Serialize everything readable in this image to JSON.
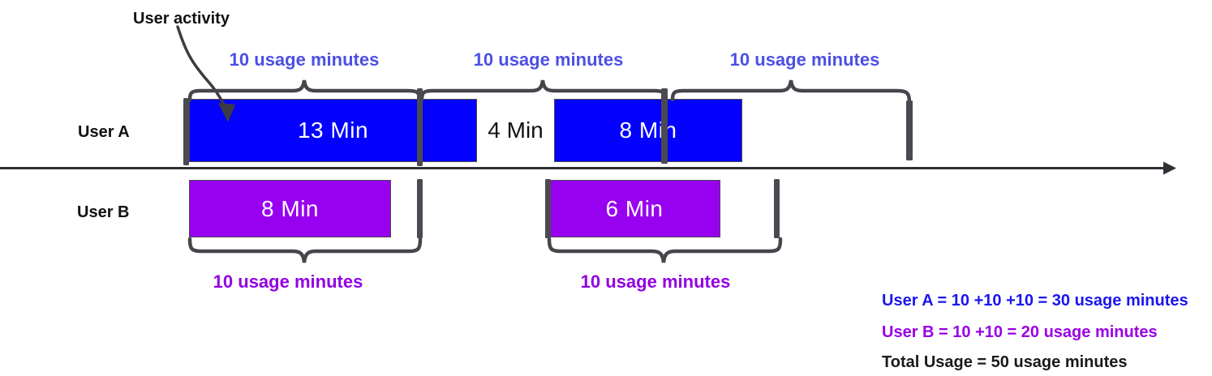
{
  "annotation": {
    "user_activity": "User activity"
  },
  "colors": {
    "bar_user_a": "#0402fe",
    "bar_user_b": "#9801f0",
    "block_label_a": "#4c4fe3",
    "block_label_b": "#9200e2",
    "summary_a": "#1b15ee",
    "summary_b": "#9900e6",
    "summary_total": "#1a1a1a",
    "ink": "#44444a"
  },
  "user_a": {
    "label": "User A",
    "activity_1": "13 Min",
    "gap": "4 Min",
    "activity_2": "8 Min",
    "block_labels": [
      "10 usage minutes",
      "10 usage minutes",
      "10 usage minutes"
    ]
  },
  "user_b": {
    "label": "User B",
    "activity_1": "8 Min",
    "activity_2": "6 Min",
    "block_labels": [
      "10 usage minutes",
      "10 usage minutes"
    ]
  },
  "summary": {
    "user_a": "User A = 10 +10 +10 = 30 usage minutes",
    "user_b": "User B = 10 +10 = 20 usage minutes",
    "total": "Total Usage = 50 usage minutes"
  }
}
